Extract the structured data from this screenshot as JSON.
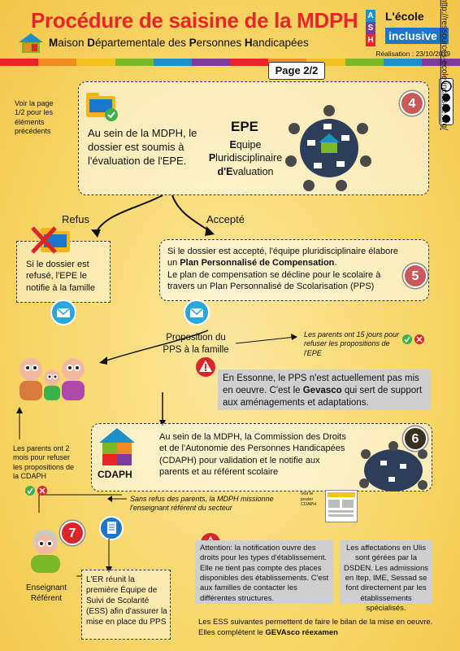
{
  "header": {
    "title": "Procédure de saisine de la MDPH",
    "subtitle_parts": [
      {
        "b": "M",
        "t": "aison "
      },
      {
        "b": "D",
        "t": "épartementale des "
      },
      {
        "b": "P",
        "t": "ersonnes "
      },
      {
        "b": "H",
        "t": "andicapées"
      }
    ],
    "logo_line1": "L'école",
    "logo_line2": "inclusive",
    "logo_letters": [
      "A",
      "S",
      "H"
    ],
    "realisation": "Réalisation : 23/10/2019",
    "page": "Page 2/2"
  },
  "sidebar_url": "http://ressources-ecole-inclusive.org/",
  "colors": {
    "bar": [
      "#e8262a",
      "#f28b1e",
      "#f2c21e",
      "#7ab828",
      "#1e8fc8",
      "#7a3c96",
      "#e8262a",
      "#f28b1e",
      "#f2c21e",
      "#7ab828",
      "#1e8fc8",
      "#7a3c96"
    ],
    "accent_red": "#e8262a",
    "step_circle": "#c85a5a",
    "step_circle_7": "#d8262a",
    "step_circle_6": "#3a3020"
  },
  "step4": {
    "num": "4",
    "left_note": "Voir la page 1/2 pour les éléments précédents",
    "text": "Au sein de la MDPH, le dossier est soumis à l'évaluation de l'EPE.",
    "epe_title": "EPE",
    "epe_lines": [
      {
        "b": "E",
        "t": "quipe"
      },
      {
        "b": "P",
        "t": "luridisciplinaire"
      },
      {
        "b": "d'E",
        "t": "valuation"
      }
    ]
  },
  "branches": {
    "refus": "Refus",
    "accepte": "Accepté"
  },
  "refus_box": {
    "text": "Si le dossier est refusé, l'EPE le notifie à la famille"
  },
  "step5": {
    "num": "5",
    "p1_pre": "Si le dossier est accepté, l'équipe pluridisciplinaire élabore un ",
    "p1_bold": "Plan Personnalisé de Compensation",
    "p1_post": ".",
    "p2": "Le plan de compensation se décline pour le scolaire à travers un Plan Personnalisé de Scolarisation (PPS)"
  },
  "proposition": {
    "label": "Proposition du PPS à la famille",
    "note": "Les parents ont 15 jours pour refuser les propositions de l'EPE"
  },
  "essonne": {
    "text_pre": "En Essonne, le PPS n'est actuellement pas mis en oeuvre. C'est le ",
    "text_bold": "Gevasco",
    "text_post": " qui sert de support aux aménagements et adaptations."
  },
  "parents_note": "Les parents ont 2 mois pour refuser les propositions de la CDAPH",
  "step6": {
    "num": "6",
    "cdaph_label": "CDAPH",
    "text": "Au sein de la MDPH, la Commission des Droits et de l'Autonomie des Personnes Handicapées (CDAPH) pour validation et le notifie aux parents et au référent scolaire",
    "note": "Sans refus des parents, la MDPH missionne l'enseignant référent du secteur",
    "poster_note": "Voir le poster CDAPH"
  },
  "step7": {
    "num": "7",
    "label_line1": "Enseignant",
    "label_line2": "Référent",
    "text": "L'ER réunit la première Équipe de Suivi de Scolarité (ESS) afin d'assurer la mise en place du PPS"
  },
  "attention": {
    "text": "Attention: la notification ouvre des droits pour les types d'établissement. Elle ne tient pas compte des places disponibles des établissements. C'est aux familles de contacter les différentes structures."
  },
  "affectations": {
    "text": "Les affectations en Ulis sont gérées par la DSDEN. Les admissions en Itep, IME, Sessad se font directement par les établissements spécialisés."
  },
  "footer": {
    "line1": "Les ESS suivantes permettent de faire le bilan de la mise en oeuvre.",
    "line2_pre": "Elles complètent le ",
    "line2_bold": "GEVAsco réexamen"
  }
}
